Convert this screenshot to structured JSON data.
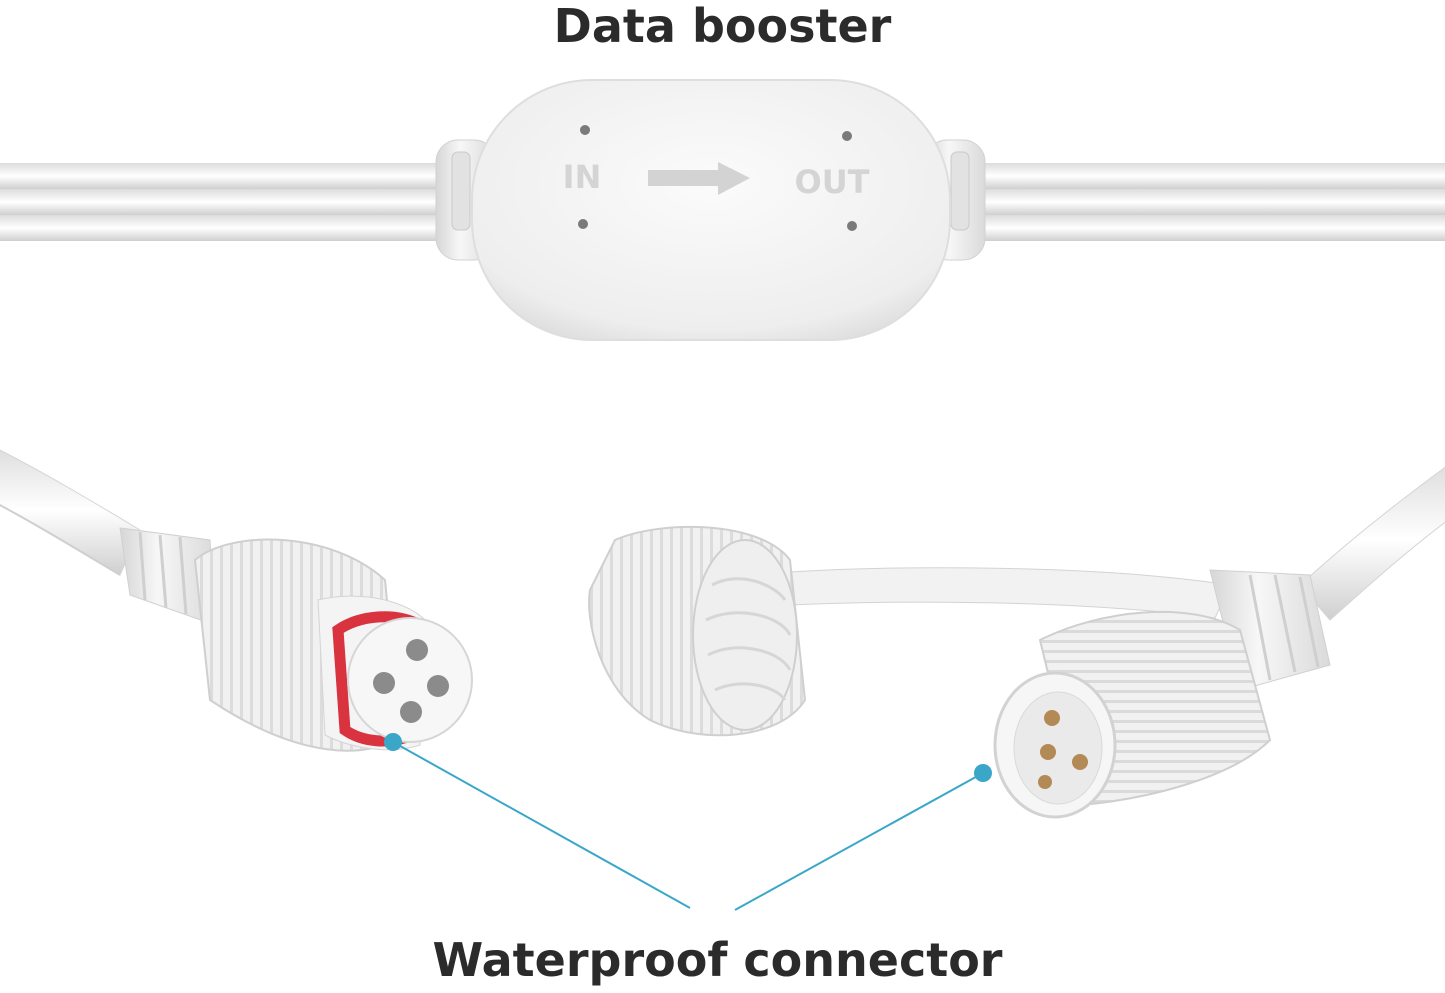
{
  "labels": {
    "top_title": "Data booster",
    "bottom_title": "Waterproof connector",
    "booster_in": "IN",
    "booster_out": "OUT"
  },
  "colors": {
    "background": "#ffffff",
    "text": "#2b2b2b",
    "callout_line": "#3aa7c9",
    "seal_ring": "#d8333f",
    "plastic": "#f3f3f3",
    "pins": "#b38a55"
  },
  "icons": {
    "booster_arrow": "arrow-right-icon"
  }
}
